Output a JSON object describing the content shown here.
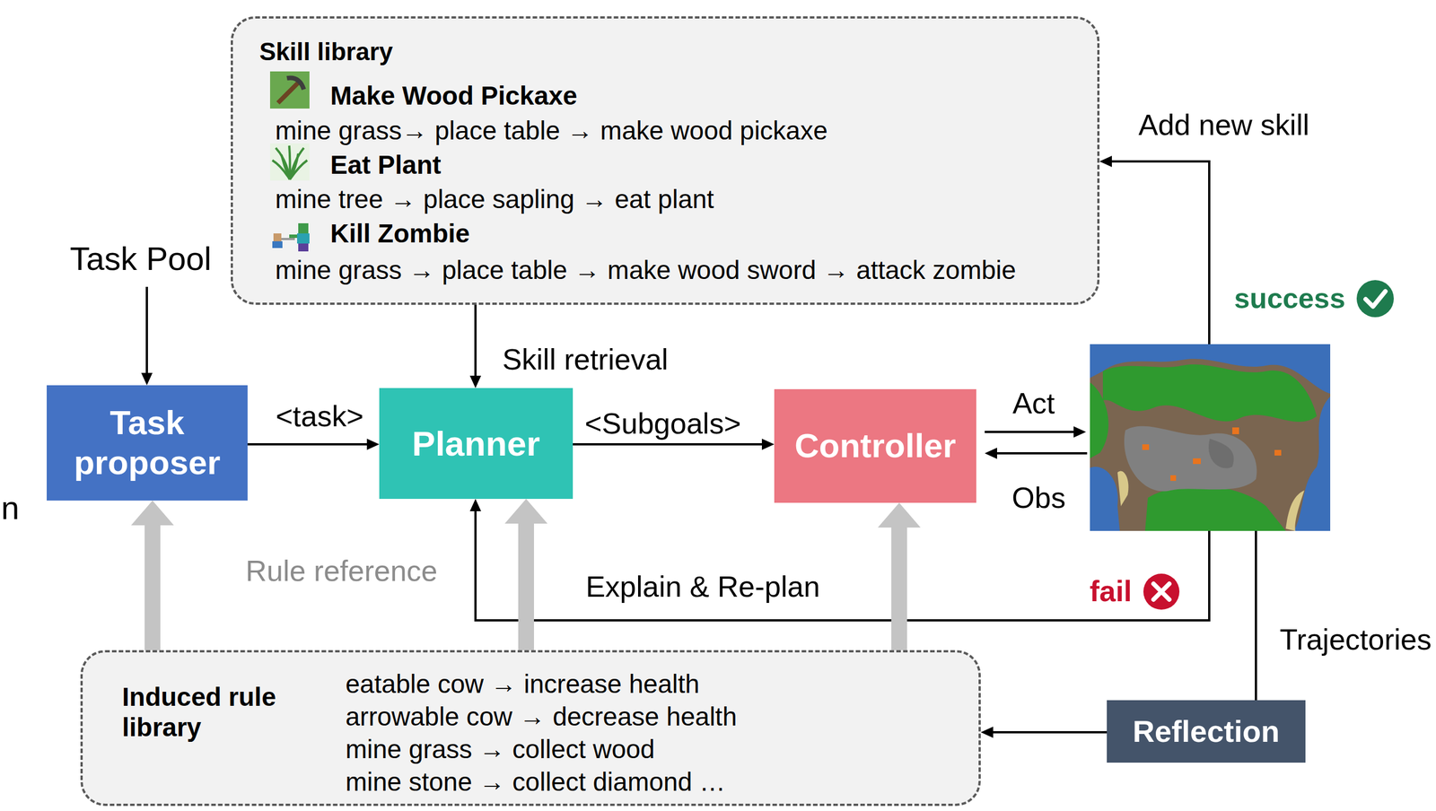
{
  "diagram": {
    "nodes": [
      {
        "text": [
          "Skill library",
          "Make Wood Pickaxe",
          "mine grass→ place table → make wood pickaxe",
          "Eat Plant",
          "mine tree → place sapling → eat plant",
          "Kill Zombie",
          "mine grass → place table → make wood sword → attack zombie"
        ]
      },
      {
        "text": [
          "Task proposer"
        ]
      },
      {
        "text": [
          "Planner"
        ]
      },
      {
        "text": [
          "Controller"
        ]
      },
      {
        "text": [
          "Induced rule library",
          "eatable cow → increase health",
          "arrowable cow → decrease health",
          "mine grass → collect wood",
          "mine stone → collect diamond …"
        ]
      },
      {
        "text": [
          "Reflection"
        ]
      }
    ],
    "edges": [
      {
        "from": 1,
        "to": 2,
        "label": "<task>",
        "arrow": "to"
      },
      {
        "from": 2,
        "to": 3,
        "label": "<Subgoals>",
        "arrow": "to"
      },
      {
        "from": 0,
        "to": 2,
        "label": "Skill retrieval",
        "arrow": "to"
      },
      {
        "from": 5,
        "to": 4,
        "arrow": "to"
      },
      {
        "from": 4,
        "to": 1,
        "arrow": "to"
      },
      {
        "from": 4,
        "to": 2,
        "arrow": "to"
      },
      {
        "from": 4,
        "to": 3,
        "arrow": "to"
      }
    ],
    "labels": [
      "Task Pool",
      "Rule reference",
      "Act",
      "Obs",
      "Add new skill",
      "success",
      "Explain & Re-plan",
      "fail",
      "Trajectories",
      "n"
    ]
  }
}
